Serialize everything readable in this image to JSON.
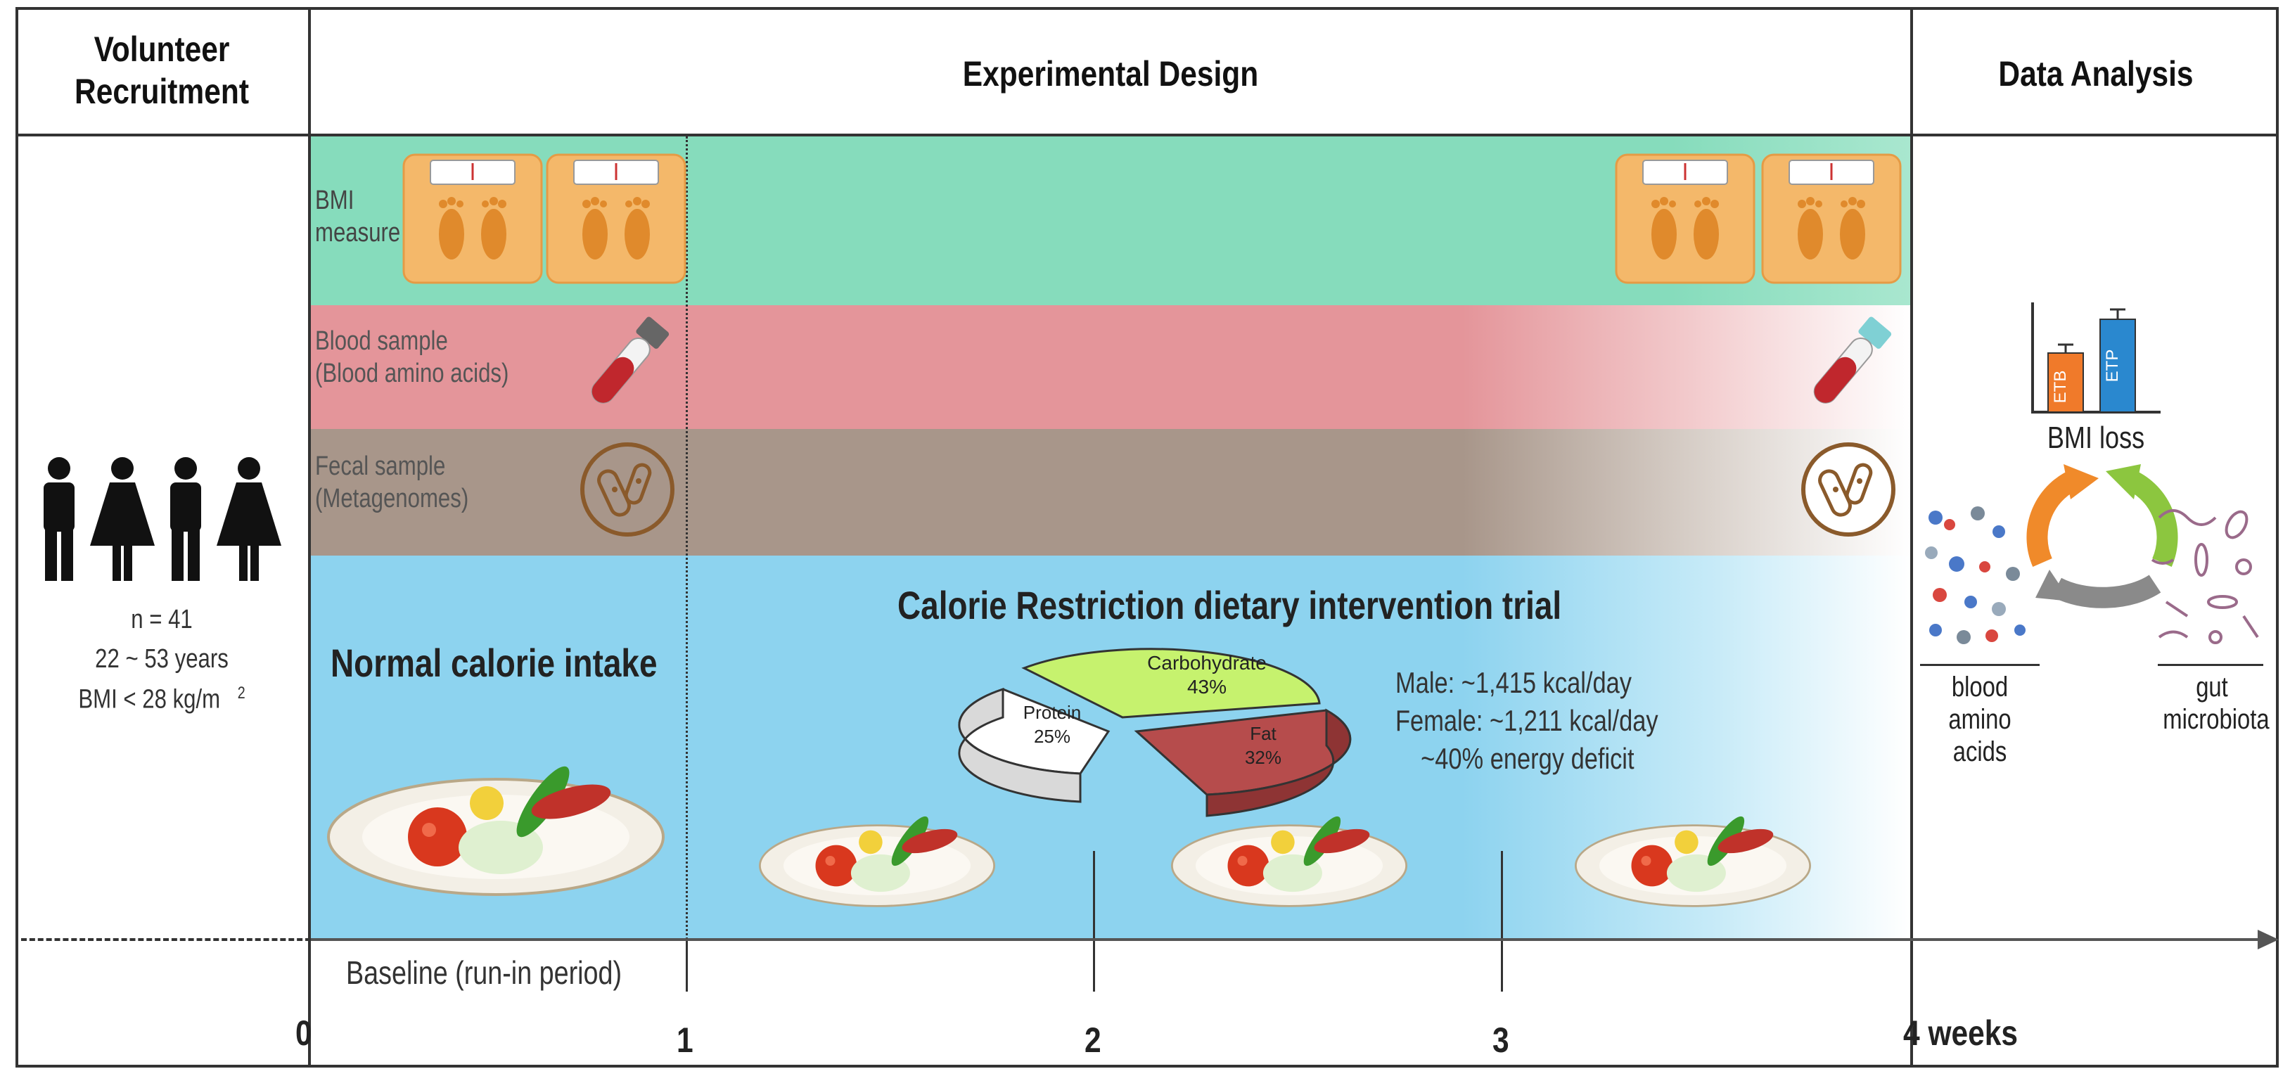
{
  "headers": {
    "recruitment": "Volunteer Recruitment",
    "design": "Experimental Design",
    "analysis": "Data Analysis"
  },
  "recruitment": {
    "n": "n = 41",
    "age": "22 ~ 53 years",
    "bmi": "BMI < 28 kg/m",
    "bmi_sup": "2"
  },
  "rows": {
    "bmi_line1": "BMI",
    "bmi_line2": "measure",
    "blood_line1": "Blood sample",
    "blood_line2": "(Blood amino acids)",
    "fecal_line1": "Fecal sample",
    "fecal_line2": "(Metagenomes)"
  },
  "diet": {
    "normal": "Normal  calorie intake",
    "cr_title": "Calorie Restriction dietary intervention trial",
    "male": "Male:     ~1,415 kcal/day",
    "female": "Female: ~1,211 kcal/day",
    "deficit": "~40% energy deficit"
  },
  "pie": {
    "carb_label": "Carbohydrate",
    "carb_pct": "43%",
    "protein_label": "Protein",
    "protein_pct": "25%",
    "fat_label": "Fat",
    "fat_pct": "32%",
    "carb_value": 43,
    "protein_value": 25,
    "fat_value": 32
  },
  "analysis": {
    "bar1": "ETB",
    "bar2": "ETP",
    "bmi_loss": "BMI loss",
    "blood_label": "blood\namino acids",
    "gut_label": "gut\nmicrobiota"
  },
  "timeline": {
    "baseline": "Baseline (run-in period)",
    "t0": "0",
    "t1": "1",
    "t2": "2",
    "t3": "3",
    "t4": "4 weeks"
  },
  "colors": {
    "bmi_band": "#86dcbc",
    "blood_band": "#e4959a",
    "fecal_band": "#a8968a",
    "diet_band": "#8dd3ef",
    "carb": "#c6f26e",
    "protein": "#ffffff",
    "fat": "#b64c4c",
    "scale": "#f4b86a",
    "arrow_orange": "#f08a2a",
    "arrow_green": "#8cc63f",
    "arrow_gray": "#8a8a8a"
  }
}
